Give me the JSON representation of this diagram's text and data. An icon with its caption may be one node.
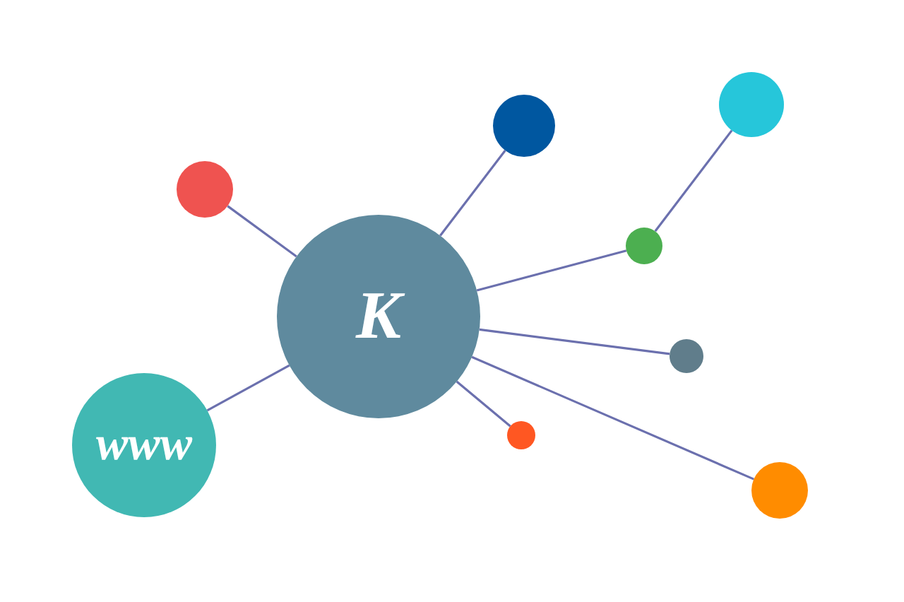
{
  "diagram": {
    "nodes": [
      {
        "text": [
          "K"
        ]
      },
      {
        "text": [
          "www"
        ]
      },
      {
        "text": [],
        "shape": "circle"
      },
      {
        "text": [],
        "shape": "circle"
      },
      {
        "text": [],
        "shape": "circle"
      },
      {
        "text": [],
        "shape": "circle"
      },
      {
        "text": [],
        "shape": "circle"
      },
      {
        "text": [],
        "shape": "circle"
      },
      {
        "text": [],
        "shape": "circle"
      }
    ],
    "edges": [
      {
        "from": 0,
        "to": 4,
        "arrow": "none"
      },
      {
        "from": 0,
        "to": 3,
        "arrow": "none"
      },
      {
        "from": 0,
        "to": 5,
        "arrow": "none"
      },
      {
        "from": 5,
        "to": 2,
        "arrow": "none"
      },
      {
        "from": 0,
        "to": 6,
        "arrow": "none"
      },
      {
        "from": 0,
        "to": 7,
        "arrow": "none"
      },
      {
        "from": 0,
        "to": 8,
        "arrow": "none"
      },
      {
        "from": 0,
        "to": 1,
        "arrow": "none"
      }
    ]
  }
}
